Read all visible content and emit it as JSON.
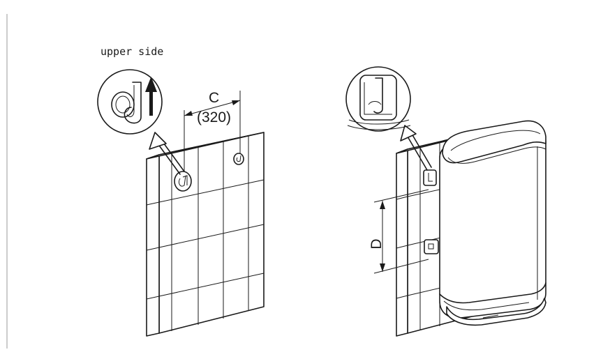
{
  "labels": {
    "upper_side": "upper side",
    "dim_c": "C",
    "dim_c_value": "(320)",
    "dim_d": "D"
  },
  "icons": {
    "hook_detail_left": "hook-bracket-detail",
    "hook_detail_right": "hook-engaged-detail",
    "arrow_up": "arrow-up"
  },
  "colors": {
    "line": "#1a1a1a",
    "background": "#ffffff"
  }
}
